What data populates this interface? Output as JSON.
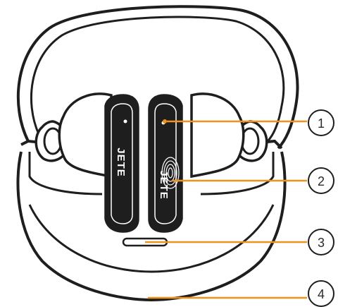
{
  "product": {
    "brand_left": "JETE",
    "brand_right": "JETE"
  },
  "callouts": [
    {
      "number": "1"
    },
    {
      "number": "2"
    },
    {
      "number": "3"
    },
    {
      "number": "4"
    }
  ],
  "colors": {
    "line_art": "#1e1e1e",
    "callout_leader": "#f0921e",
    "callout_circle_stroke": "#1e1e1e",
    "background": "#ffffff"
  }
}
